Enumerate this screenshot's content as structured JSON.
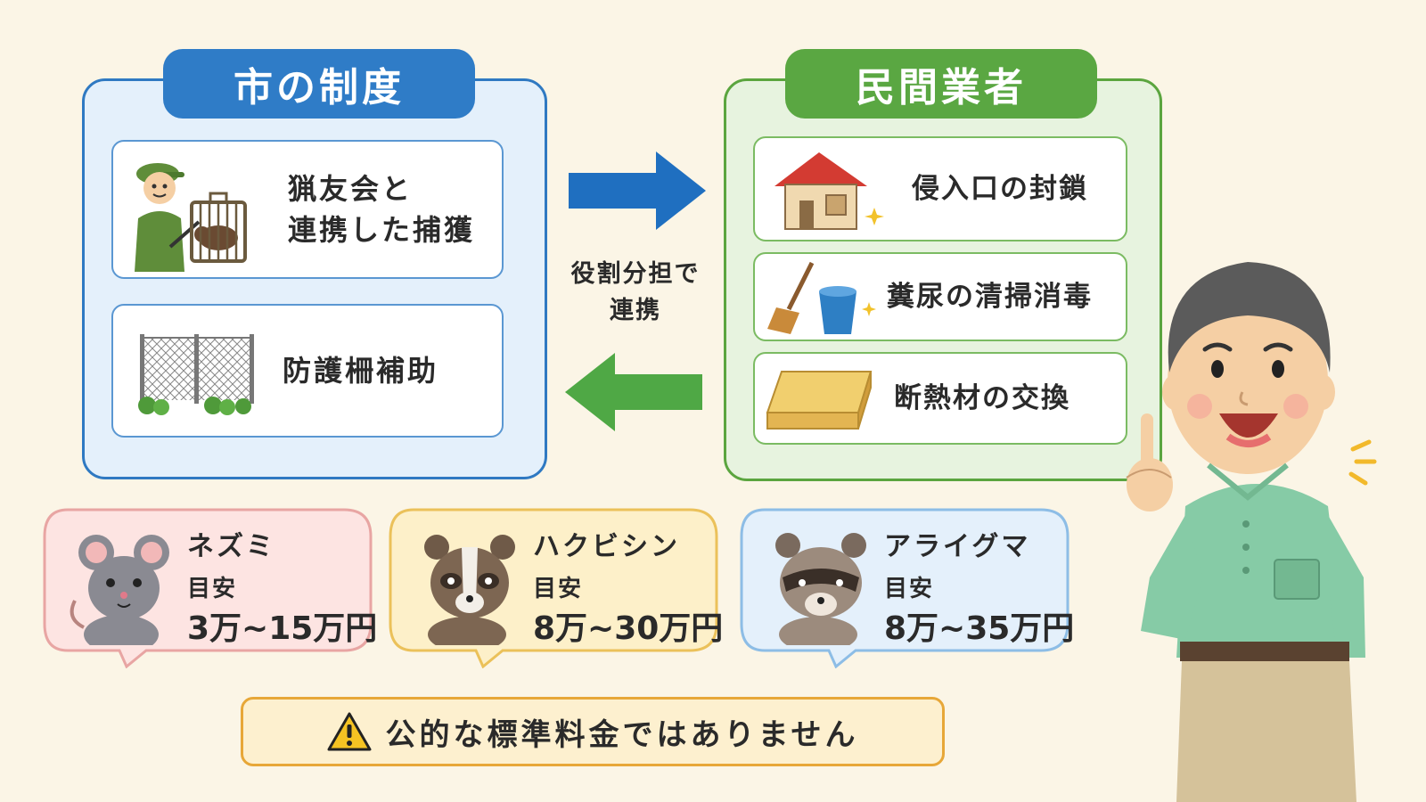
{
  "city": {
    "title": "市の制度",
    "items": [
      {
        "line1": "猟友会と",
        "line2": "連携した捕獲"
      },
      {
        "label": "防護柵補助"
      }
    ]
  },
  "private": {
    "title": "民間業者",
    "items": [
      "侵入口の封鎖",
      "糞尿の清掃消毒",
      "断熱材の交換"
    ]
  },
  "center": {
    "line1": "役割分担で",
    "line2": "連携"
  },
  "animals": [
    {
      "name": "ネズミ",
      "estimate_label": "目安",
      "range": "3万~15万円"
    },
    {
      "name": "ハクビシン",
      "estimate_label": "目安",
      "range": "8万~30万円"
    },
    {
      "name": "アライグマ",
      "estimate_label": "目安",
      "range": "8万~35万円"
    }
  ],
  "warning": {
    "text": "公的な標準料金ではありません",
    "icon": "warning-icon"
  },
  "colors": {
    "city_blue": "#2f7cc7",
    "private_green": "#5aa742",
    "background": "#fbf5e6",
    "warning_orange": "#e7a738"
  }
}
